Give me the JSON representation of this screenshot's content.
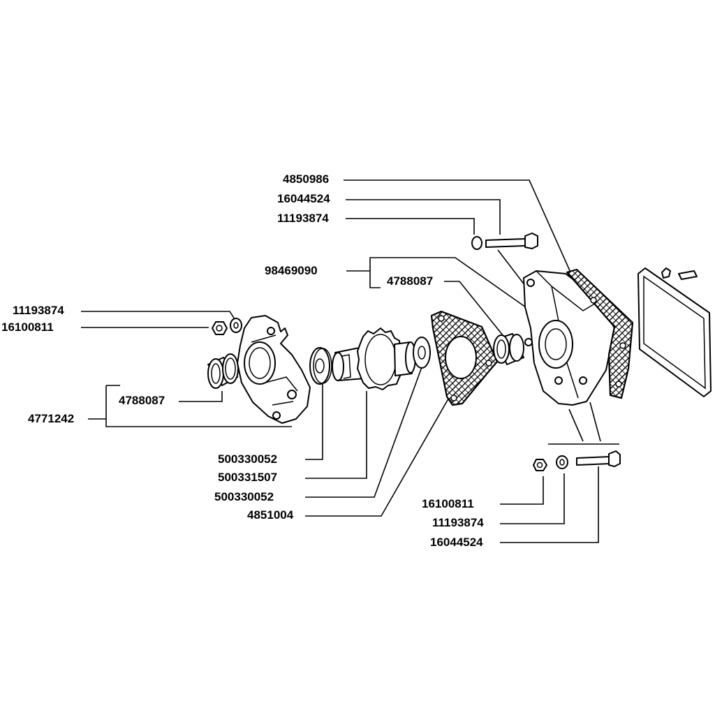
{
  "callouts": {
    "top_4850986": "4850986",
    "top_16044524": "16044524",
    "top_11193874": "11193874",
    "mid_98469090": "98469090",
    "mid_4788087": "4788087",
    "left_11193874": "11193874",
    "left_16100811": "16100811",
    "left_4788087": "4788087",
    "left_4771242": "4771242",
    "bot_500330052_a": "500330052",
    "bot_500331507": "500331507",
    "bot_500330052_b": "500330052",
    "bot_4851004": "4851004",
    "right_16100811": "16100811",
    "right_11193874": "11193874",
    "right_16044524": "16044524"
  }
}
